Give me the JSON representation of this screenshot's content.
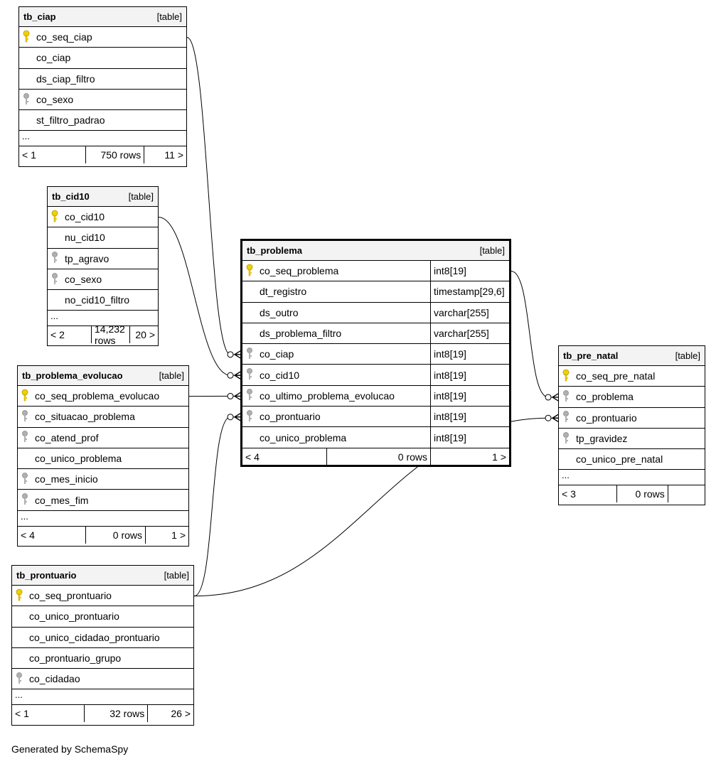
{
  "tables": [
    {
      "id": "tb_ciap",
      "name": "tb_ciap",
      "type_label": "[table]",
      "columns": [
        {
          "name": "co_seq_ciap",
          "key": "pk"
        },
        {
          "name": "co_ciap",
          "key": ""
        },
        {
          "name": "ds_ciap_filtro",
          "key": ""
        },
        {
          "name": "co_sexo",
          "key": "fk"
        },
        {
          "name": "st_filtro_padrao",
          "key": ""
        }
      ],
      "ellipsis": "...",
      "footer": {
        "left": "< 1",
        "middle": "750 rows",
        "right": "11 >"
      }
    },
    {
      "id": "tb_cid10",
      "name": "tb_cid10",
      "type_label": "[table]",
      "columns": [
        {
          "name": "co_cid10",
          "key": "pk"
        },
        {
          "name": "nu_cid10",
          "key": ""
        },
        {
          "name": "tp_agravo",
          "key": "fk"
        },
        {
          "name": "co_sexo",
          "key": "fk"
        },
        {
          "name": "no_cid10_filtro",
          "key": ""
        }
      ],
      "ellipsis": "...",
      "footer": {
        "left": "< 2",
        "middle": "14,232 rows",
        "right": "20 >"
      }
    },
    {
      "id": "tb_problema_evolucao",
      "name": "tb_problema_evolucao",
      "type_label": "[table]",
      "columns": [
        {
          "name": "co_seq_problema_evolucao",
          "key": "pk"
        },
        {
          "name": "co_situacao_problema",
          "key": "fk"
        },
        {
          "name": "co_atend_prof",
          "key": "fk"
        },
        {
          "name": "co_unico_problema",
          "key": ""
        },
        {
          "name": "co_mes_inicio",
          "key": "fk"
        },
        {
          "name": "co_mes_fim",
          "key": "fk"
        }
      ],
      "ellipsis": "...",
      "footer": {
        "left": "< 4",
        "middle": "0 rows",
        "right": "1 >"
      }
    },
    {
      "id": "tb_prontuario",
      "name": "tb_prontuario",
      "type_label": "[table]",
      "columns": [
        {
          "name": "co_seq_prontuario",
          "key": "pk"
        },
        {
          "name": "co_unico_prontuario",
          "key": ""
        },
        {
          "name": "co_unico_cidadao_prontuario",
          "key": ""
        },
        {
          "name": "co_prontuario_grupo",
          "key": ""
        },
        {
          "name": "co_cidadao",
          "key": "fk"
        }
      ],
      "ellipsis": "...",
      "footer": {
        "left": "< 1",
        "middle": "32 rows",
        "right": "26 >"
      }
    },
    {
      "id": "tb_problema",
      "name": "tb_problema",
      "type_label": "[table]",
      "focus": true,
      "columns": [
        {
          "name": "co_seq_problema",
          "key": "pk",
          "type": "int8[19]"
        },
        {
          "name": "dt_registro",
          "key": "",
          "type": "timestamp[29,6]"
        },
        {
          "name": "ds_outro",
          "key": "",
          "type": "varchar[255]"
        },
        {
          "name": "ds_problema_filtro",
          "key": "",
          "type": "varchar[255]"
        },
        {
          "name": "co_ciap",
          "key": "fk",
          "type": "int8[19]"
        },
        {
          "name": "co_cid10",
          "key": "fk",
          "type": "int8[19]"
        },
        {
          "name": "co_ultimo_problema_evolucao",
          "key": "fk",
          "type": "int8[19]"
        },
        {
          "name": "co_prontuario",
          "key": "fk",
          "type": "int8[19]"
        },
        {
          "name": "co_unico_problema",
          "key": "",
          "type": "int8[19]"
        }
      ],
      "footer": {
        "left": "< 4",
        "middle": "0 rows",
        "right": "1 >"
      }
    },
    {
      "id": "tb_pre_natal",
      "name": "tb_pre_natal",
      "type_label": "[table]",
      "columns": [
        {
          "name": "co_seq_pre_natal",
          "key": "pk"
        },
        {
          "name": "co_problema",
          "key": "fk"
        },
        {
          "name": "co_prontuario",
          "key": "fk"
        },
        {
          "name": "tp_gravidez",
          "key": "fk"
        },
        {
          "name": "co_unico_pre_natal",
          "key": ""
        }
      ],
      "ellipsis": "...",
      "footer": {
        "left": "< 3",
        "middle": "0 rows",
        "right": ""
      }
    }
  ],
  "relationships": [
    {
      "from": "tb_ciap.co_seq_ciap",
      "to": "tb_problema.co_ciap"
    },
    {
      "from": "tb_cid10.co_cid10",
      "to": "tb_problema.co_cid10"
    },
    {
      "from": "tb_problema_evolucao.co_seq_problema_evolucao",
      "to": "tb_problema.co_ultimo_problema_evolucao"
    },
    {
      "from": "tb_prontuario.co_seq_prontuario",
      "to": "tb_problema.co_prontuario"
    },
    {
      "from": "tb_problema.co_seq_problema",
      "to": "tb_pre_natal.co_problema"
    },
    {
      "from": "tb_prontuario.co_seq_prontuario",
      "to": "tb_pre_natal.co_prontuario"
    }
  ],
  "icons": {
    "pk": "primary-key-icon",
    "fk": "foreign-key-icon"
  },
  "colors": {
    "pk_key": "#f0d000",
    "fk_key": "#a8a8a8",
    "header_bg": "#f3f3f3",
    "line": "#000000"
  },
  "credit": "Generated by SchemaSpy"
}
